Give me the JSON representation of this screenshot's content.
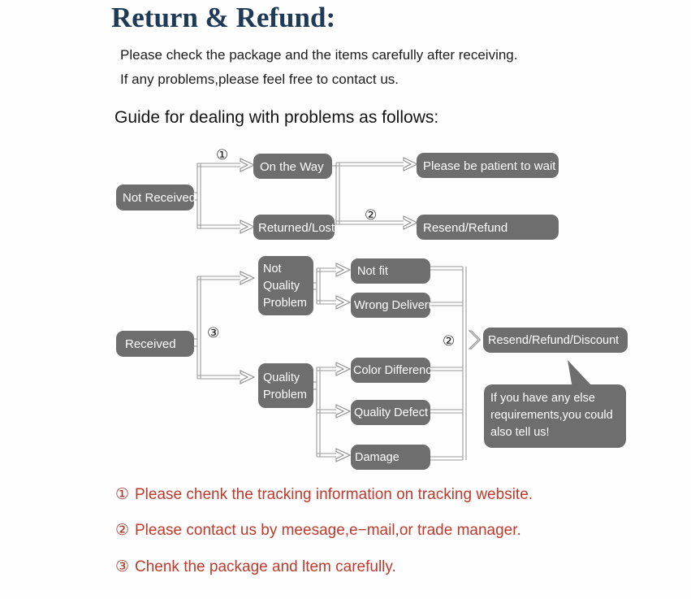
{
  "header": {
    "title": "Return & Refund:",
    "intro_lines": [
      "Please check the package and the items carefully after receiving.",
      "If any problems,please feel free to contact us."
    ],
    "guide_label": "Guide for dealing with problems as follows:"
  },
  "colors": {
    "title": "#1f3a57",
    "node_fill": "#6e6e6e",
    "node_text": "#ffffff",
    "connector": "#8a8a8a",
    "footnote": "#c0392b",
    "background": "#ffffff"
  },
  "flow": {
    "nodes": {
      "not_received": "Not Received",
      "on_the_way": "On the Way",
      "returned_lost": "Returned/Lost",
      "please_be_patient": "Please be patient to wait",
      "resend_refund": "Resend/Refund",
      "received": "Received",
      "not_quality_problem_l1": "Not",
      "not_quality_problem_l2": "Quality",
      "not_quality_problem_l3": "Problem",
      "quality_problem_l1": "Quality",
      "quality_problem_l2": "Problem",
      "not_fit": "Not fit",
      "wrong_delivery": "Wrong Deliveru",
      "color_difference": "Color Difference",
      "quality_defect": "Quality Defect",
      "damage": "Damage",
      "resend_refund_discount": "Resend/Refund/Discount"
    },
    "markers": {
      "m1": "①",
      "m2_top": "②",
      "m3": "③",
      "m2_bottom": "②"
    },
    "bubble": {
      "line1": "If you have any else",
      "line2": "requirements,you could",
      "line3": "also tell us!"
    }
  },
  "footnotes": [
    {
      "num": "①",
      "text": "Please chenk the tracking information on tracking website."
    },
    {
      "num": "②",
      "text": "Please contact us by meesage,e−mail,or trade manager."
    },
    {
      "num": "③",
      "text": "Chenk the package and ltem carefully."
    }
  ]
}
